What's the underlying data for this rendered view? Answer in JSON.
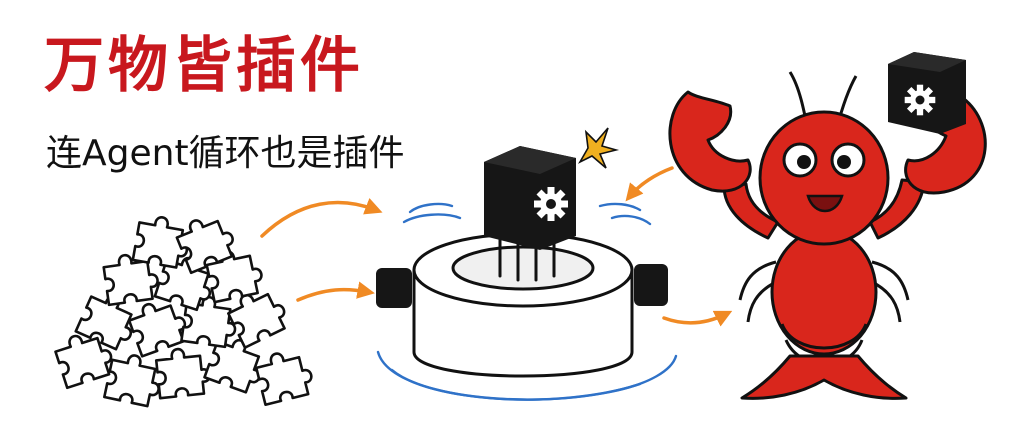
{
  "title": "万物皆插件",
  "subtitle": "连Agent循环也是插件",
  "colors": {
    "title_red": "#c8181e",
    "ink": "#111111",
    "arrow_orange": "#f08a24",
    "water_blue": "#2f72c8",
    "lobster_red": "#d9261c",
    "plugin_black": "#161616"
  },
  "icons": [
    "puzzle-pieces-pile",
    "plugin-cube-gear-icon",
    "plugin-socket",
    "lobster-mascot",
    "spark-icon"
  ]
}
